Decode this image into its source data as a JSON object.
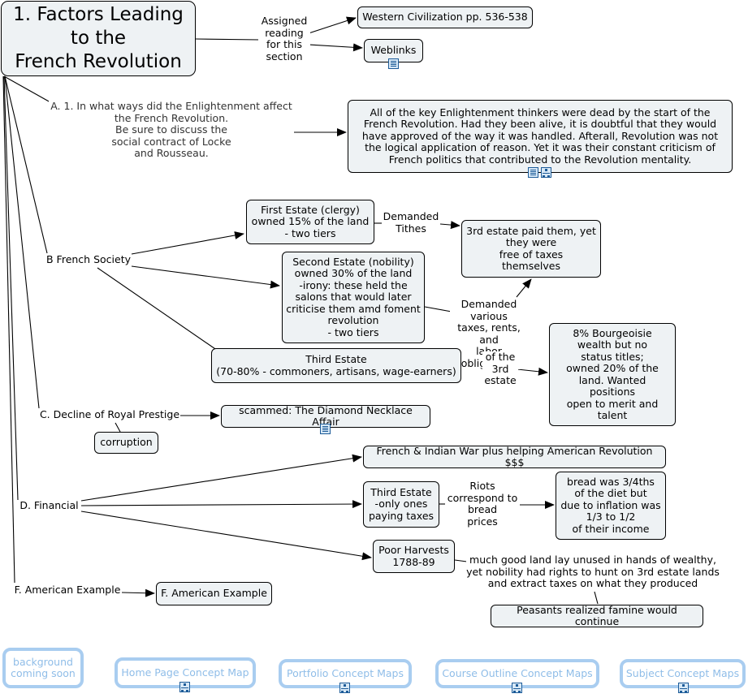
{
  "title": "1. Factors Leading\nto the\nFrench Revolution",
  "assigned_label": "Assigned\nreading\nfor this\nsection",
  "western_civ": "Western Civilization pp. 536-538",
  "weblinks": "Weblinks",
  "question_a": "A. 1.  In what ways did the Enlightenment affect\nthe French Revolution.\nBe sure to discuss the\nsocial contract of Locke\nand Rousseau.",
  "enlightenment_answer": "All of the key Enlightenment thinkers were dead by the start of the French Revolution. Had they been alive, it is doubtful that they would have approved of the way it was handled. Afterall, Revolution was not the logical application of reason. Yet it was their constant criticism of French politics that contributed to the Revolution mentality.",
  "french_society": "B French Society",
  "first_estate": "First Estate (clergy)\nowned 15% of the land\n- two tiers",
  "demanded_tithes": "Demanded\nTithes",
  "third_paid": "3rd estate paid them, yet\nthey were\nfree of taxes\nthemselves",
  "second_estate": "Second Estate (nobility)\nowned 30% of the land\n-irony: these held the\nsalons that would later\ncriticise them amd foment\nrevolution\n- two tiers",
  "demanded_various": "Demanded various\ntaxes, rents, and\nlabor obligations",
  "third_estate": "Third Estate\n(70-80% - commoners, artisans, wage-earners)",
  "of_the_3rd": "of the\n3rd\nestate",
  "bourgeoisie": "8% Bourgeoisie\nwealth but no\nstatus titles;\nowned 20% of the\nland. Wanted\npositions\nopen to merit and\ntalent",
  "decline": "C. Decline of Royal Prestige",
  "diamond": "scammed: The Diamond Necklace Affair",
  "corruption": "corruption",
  "french_indian": "French & Indian War plus helping American Revolution $$$",
  "financial": "D. Financial",
  "third_estate_taxes": "Third Estate\n-only ones\npaying taxes",
  "riots": "Riots\ncorrespond to\nbread\nprices",
  "bread": "bread was 3/4ths\nof the diet but\ndue to inflation was\n1/3 to 1/2\nof their income",
  "poor_harvests": "Poor Harvests\n1788-89",
  "much_good_land": "much good land lay unused in hands of wealthy,\nyet nobility had rights to hunt on 3rd estate lands\nand extract taxes on what they produced",
  "peasants": "Peasants realized famine would continue",
  "american_label": "F. American Example",
  "american_node": "F. American Example",
  "nav": {
    "background": "background\ncoming soon",
    "home": "Home Page Concept Map",
    "portfolio": "Portfolio Concept Maps",
    "course": "Course Outline Concept Maps",
    "subject": "Subject Concept Maps"
  }
}
